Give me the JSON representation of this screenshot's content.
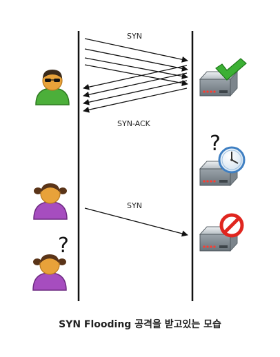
{
  "labels": {
    "syn_top": "SYN",
    "syn_ack": "SYN-ACK",
    "syn_bottom": "SYN",
    "question_mark": "?"
  },
  "caption": "SYN Flooding 공격을 받고있는 모습",
  "icons": {
    "attacker": "attacker-user-icon",
    "client_1": "client-user-icon",
    "client_2": "waiting-client-user-icon",
    "server_ok": "server-check-icon",
    "server_wait": "server-clock-icon",
    "server_blocked": "server-blocked-icon"
  },
  "colors": {
    "line": "#111111",
    "attacker_body": "#4caf3a",
    "client_body": "#a64dbf",
    "skin": "#e8a23a",
    "check": "#3cb034",
    "block": "#e0261f"
  }
}
